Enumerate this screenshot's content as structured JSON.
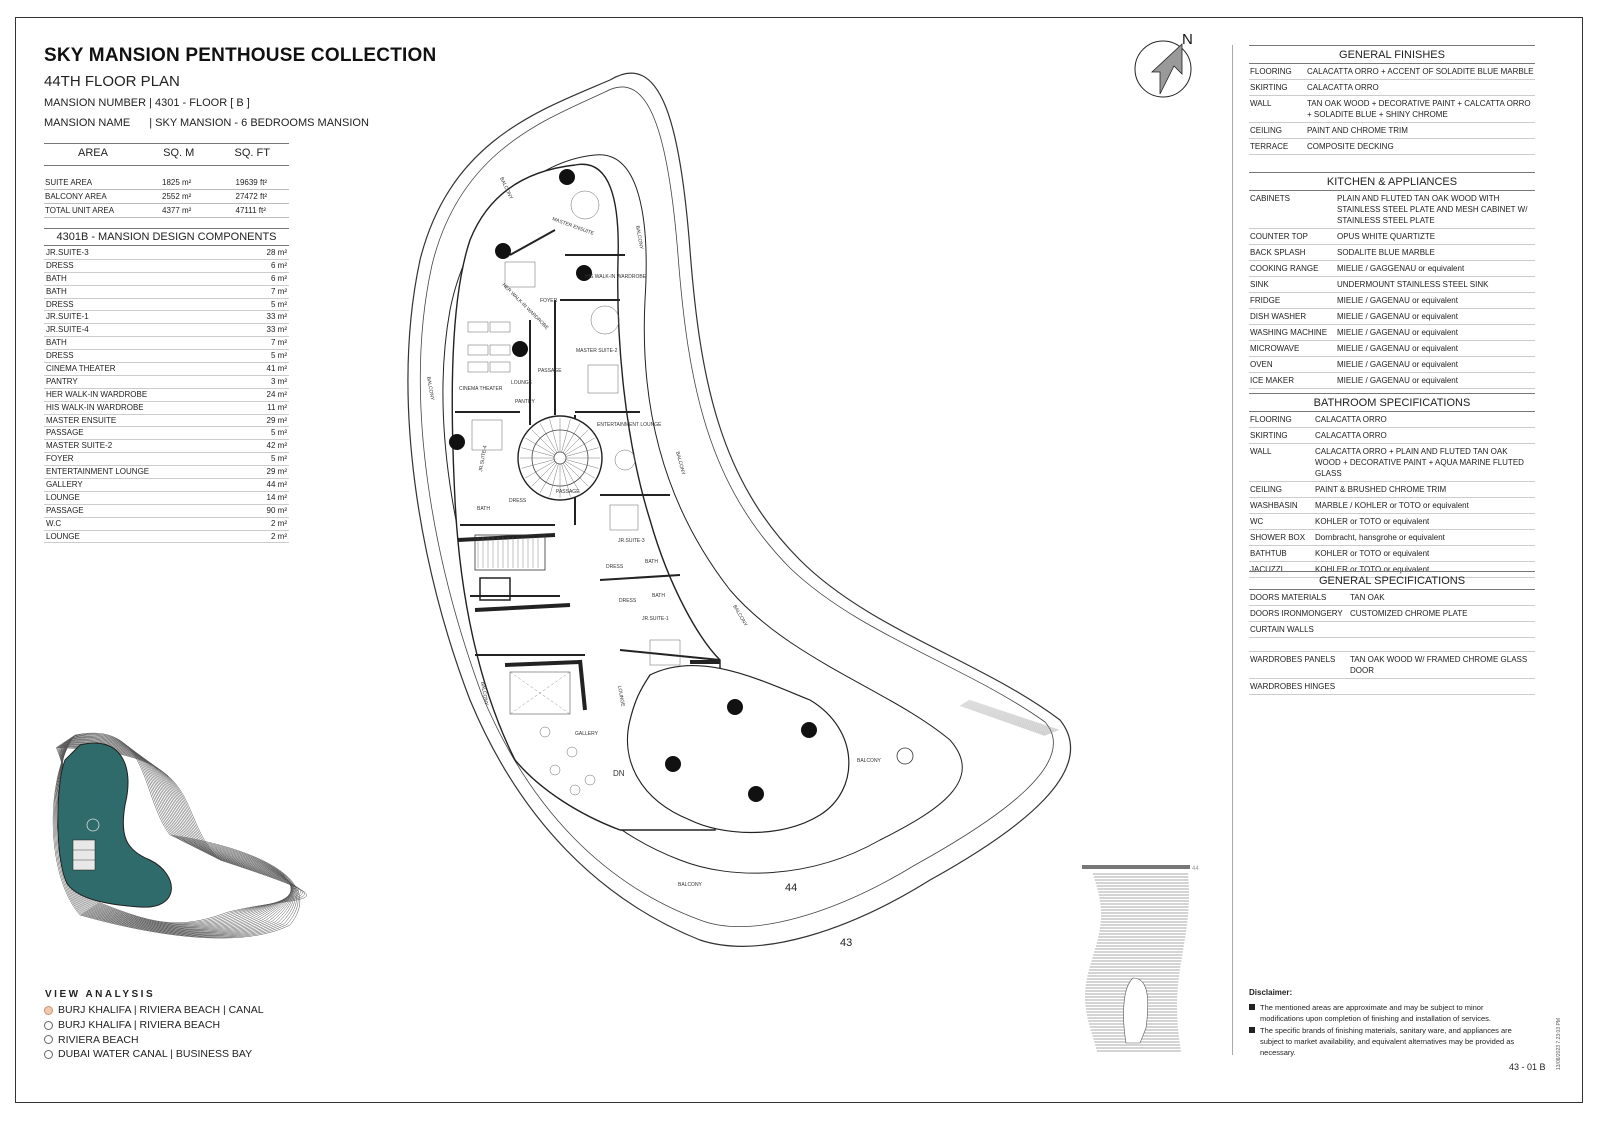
{
  "header": {
    "title": "SKY MANSION PENTHOUSE COLLECTION",
    "subtitle": "44TH FLOOR PLAN",
    "mansion_number": "MANSION NUMBER | 4301 - FLOOR [ B ]",
    "mansion_name_label": "MANSION NAME",
    "mansion_name_value": "| SKY MANSION - 6 BEDROOMS MANSION"
  },
  "area_table": {
    "headers": [
      "AREA",
      "SQ. M",
      "SQ. FT"
    ],
    "rows": [
      [
        "SUITE AREA",
        "1825 m²",
        "19639 ft²"
      ],
      [
        "BALCONY AREA",
        "2552 m²",
        "27472 ft²"
      ],
      [
        "TOTAL UNIT AREA",
        "4377 m²",
        "47111 ft²"
      ]
    ]
  },
  "components": {
    "title": "4301B - MANSION DESIGN COMPONENTS",
    "rows": [
      [
        "JR.SUITE-3",
        "28 m²"
      ],
      [
        "DRESS",
        "6 m²"
      ],
      [
        "BATH",
        "6 m²"
      ],
      [
        "BATH",
        "7 m²"
      ],
      [
        "DRESS",
        "5 m²"
      ],
      [
        "JR.SUITE-1",
        "33 m²"
      ],
      [
        "JR.SUITE-4",
        "33 m²"
      ],
      [
        "BATH",
        "7 m²"
      ],
      [
        "DRESS",
        "5 m²"
      ],
      [
        "CINEMA THEATER",
        "41 m²"
      ],
      [
        "PANTRY",
        "3 m²"
      ],
      [
        "HER WALK-IN WARDROBE",
        "24 m²"
      ],
      [
        "HIS WALK-IN WARDROBE",
        "11 m²"
      ],
      [
        "MASTER ENSUITE",
        "29 m²"
      ],
      [
        "PASSAGE",
        "5 m²"
      ],
      [
        "MASTER SUITE-2",
        "42 m²"
      ],
      [
        "FOYER",
        "5 m²"
      ],
      [
        "ENTERTAINMENT LOUNGE",
        "29 m²"
      ],
      [
        "GALLERY",
        "44 m²"
      ],
      [
        "LOUNGE",
        "14 m²"
      ],
      [
        "PASSAGE",
        "90 m²"
      ],
      [
        "W.C",
        "2 m²"
      ],
      [
        "LOUNGE",
        "2 m²"
      ]
    ]
  },
  "view_analysis": {
    "title": "VIEW ANALYSIS",
    "items": [
      "BURJ KHALIFA | RIVIERA BEACH | CANAL",
      "BURJ KHALIFA | RIVIERA BEACH",
      "RIVIERA BEACH",
      "DUBAI WATER CANAL | BUSINESS BAY"
    ]
  },
  "plan": {
    "north": "N",
    "floor_44": "44",
    "floor_43": "43",
    "elevation_44": "44",
    "labels": {
      "balcony": "BALCONY",
      "master_ensuite": "MASTER ENSUITE",
      "her_wardrobe": "HER WALK-IN WARDROBE",
      "his_wardrobe": "HIS WALK-IN WARDROBE",
      "foyer": "FOYER",
      "master_suite": "MASTER SUITE-2",
      "cinema": "CINEMA THEATER",
      "lounge": "LOUNGE",
      "pantry": "PANTRY",
      "passage": "PASSAGE",
      "entertainment": "ENTERTAINMENT LOUNGE",
      "jr_suite_4": "JR.SUITE-4",
      "jr_suite_3": "JR.SUITE-3",
      "jr_suite_1": "JR.SUITE-1",
      "dress": "DRESS",
      "bath": "BATH",
      "gallery": "GALLERY",
      "dn": "DN"
    }
  },
  "general_finishes": {
    "title": "GENERAL FINISHES",
    "rows": [
      [
        "FLOORING",
        "CALACATTA ORRO + ACCENT OF SOLADITE BLUE MARBLE"
      ],
      [
        "SKIRTING",
        "CALACATTA ORRO"
      ],
      [
        "WALL",
        "TAN OAK WOOD + DECORATIVE PAINT + CALCATTA ORRO + SOLADITE BLUE + SHINY CHROME"
      ],
      [
        "CEILING",
        "PAINT AND CHROME TRIM"
      ],
      [
        "TERRACE",
        "COMPOSITE DECKING"
      ]
    ]
  },
  "kitchen": {
    "title": "KITCHEN & APPLIANCES",
    "rows": [
      [
        "CABINETS",
        "PLAIN AND FLUTED TAN OAK WOOD WITH STAINLESS STEEL PLATE AND MESH CABINET W/ STAINLESS STEEL PLATE"
      ],
      [
        "COUNTER TOP",
        "OPUS WHITE QUARTIZTE"
      ],
      [
        "BACK SPLASH",
        "SODALITE BLUE MARBLE"
      ],
      [
        "COOKING RANGE",
        "MIELIE / GAGGENAU or equivalent"
      ],
      [
        "SINK",
        "UNDERMOUNT STAINLESS STEEL SINK"
      ],
      [
        "FRIDGE",
        "MIELIE / GAGENAU or equivalent"
      ],
      [
        "DISH WASHER",
        "MIELIE / GAGENAU or equivalent"
      ],
      [
        "WASHING MACHINE",
        "MIELIE / GAGENAU or equivalent"
      ],
      [
        "MICROWAVE",
        "MIELIE / GAGENAU or equivalent"
      ],
      [
        "OVEN",
        "MIELIE / GAGENAU or equivalent"
      ],
      [
        "ICE MAKER",
        "MIELIE / GAGENAU or equivalent"
      ]
    ]
  },
  "bathroom": {
    "title": "BATHROOM SPECIFICATIONS",
    "rows": [
      [
        "FLOORING",
        "CALACATTA ORRO"
      ],
      [
        "SKIRTING",
        "CALACATTA ORRO"
      ],
      [
        "WALL",
        "CALACATTA ORRO + PLAIN AND FLUTED TAN OAK WOOD + DECORATIVE PAINT + AQUA MARINE FLUTED GLASS"
      ],
      [
        "CEILING",
        "PAINT & BRUSHED CHROME TRIM"
      ],
      [
        "WASHBASIN",
        "MARBLE / KOHLER or TOTO or equivalent"
      ],
      [
        "WC",
        "KOHLER or TOTO or equivalent"
      ],
      [
        "SHOWER BOX",
        "Dornbracht, hansgrohe or equivalent"
      ],
      [
        "BATHTUB",
        "KOHLER or TOTO or equivalent"
      ],
      [
        "JACUZZI",
        "KOHLER or TOTO or equivalent"
      ]
    ]
  },
  "general_specs": {
    "title": "GENERAL SPECIFICATIONS",
    "rows": [
      [
        "DOORS MATERIALS",
        "TAN OAK"
      ],
      [
        "DOORS IRONMONGERY",
        "CUSTOMIZED CHROME PLATE"
      ],
      [
        "CURTAIN WALLS",
        ""
      ],
      [
        "",
        ""
      ],
      [
        "WARDROBES PANELS",
        "TAN OAK WOOD W/ FRAMED CHROME GLASS DOOR"
      ],
      [
        "WARDROBES HINGES",
        ""
      ]
    ]
  },
  "disclaimer": {
    "title": "Disclaimer:",
    "items": [
      "The mentioned areas are approximate and may be subject to minor modifications upon completion of finishing and installation of services.",
      "The specific brands of finishing materials, sanitary ware, and appliances are subject to market availability, and equivalent alternatives may be provided as necessary."
    ]
  },
  "footer": {
    "sheet": "43 - 01 B",
    "stamp": "13/08/2023 7:23:03 PM"
  },
  "colors": {
    "pool": "#2f6b6a",
    "active_dot": "#f0c9b0"
  }
}
